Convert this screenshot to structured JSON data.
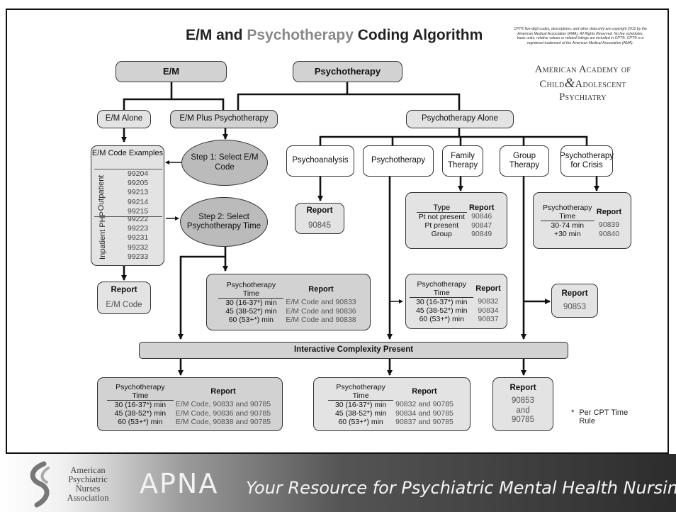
{
  "title": {
    "part1": "E/M and ",
    "part2": "Psychotherapy",
    "part3": " Coding Algorithm"
  },
  "copyright_note": "CPT® five-digit codes, descriptions, and other data only are copyright 2012 by the American Medical Association (AMA). All Rights Reserved. No fee schedules, basic units, relative values or related listings are included in CPT®. CPT® is a registered trademark of the American Medical Association (AMA).",
  "aacap_logo": {
    "line1": "American Academy of",
    "line2a": "Child",
    "amp": "&",
    "line2b": "Adolescent",
    "line3": "Psychiatry"
  },
  "boxes": {
    "em": "E/M",
    "psychotherapy": "Psychotherapy",
    "em_alone": "E/M Alone",
    "em_plus": "E/M Plus Psychotherapy",
    "psy_alone": "Psychotherapy Alone",
    "psychoanalysis": "Psychoanalysis",
    "psychotherapy2": "Psychotherapy",
    "family": "Family Therapy",
    "group": "Group Therapy",
    "crisis": "Psychotherapy for Crisis",
    "step1": "Step 1: Select E/M Code",
    "step2": "Step 2: Select Psychotherapy Time",
    "interactive": "Interactive Complexity Present"
  },
  "em_examples": {
    "header": "E/M Code Examples",
    "outpatient_label": "Outpatient",
    "outpatient_codes": [
      "99204",
      "99205",
      "99213",
      "99214",
      "99215"
    ],
    "inpatient_label": "Inpatient PHP",
    "inpatient_codes": [
      "99222",
      "99223",
      "99231",
      "99232",
      "99233"
    ]
  },
  "report_em": {
    "title": "Report",
    "value": "E/M Code"
  },
  "report_psychoanalysis": {
    "title": "Report",
    "value": "90845"
  },
  "family_table": {
    "col1": "Type",
    "col2": "Report",
    "rows": [
      [
        "Pt not present",
        "90846"
      ],
      [
        "Pt present",
        "90847"
      ],
      [
        "Group",
        "90849"
      ]
    ]
  },
  "crisis_table": {
    "col1": "Psychotherapy Time",
    "col2": "Report",
    "rows": [
      [
        "30-74 min",
        "90839"
      ],
      [
        "+30 min",
        "90840"
      ]
    ]
  },
  "em_psy_table": {
    "col1": "Psychotherapy Time",
    "col2": "Report",
    "rows": [
      [
        "30 (16-37*) min",
        "E/M Code and ",
        "90833"
      ],
      [
        "45 (38-52*) min",
        "E/M Code and ",
        "90836"
      ],
      [
        "60 (53+*) min",
        "E/M Code and ",
        "90838"
      ]
    ]
  },
  "psy_table": {
    "col1": "Psychotherapy Time",
    "col2": "Report",
    "rows": [
      [
        "30 (16-37*) min",
        "90832"
      ],
      [
        "45 (38-52*) min",
        "90834"
      ],
      [
        "60 (53+*) min",
        "90837"
      ]
    ]
  },
  "report_group": {
    "title": "Report",
    "value": "90853"
  },
  "ic_em_table": {
    "col1": "Psychotherapy Time",
    "col2": "Report",
    "rows": [
      [
        "30 (16-37*) min",
        "E/M Code, 90833 and 90785"
      ],
      [
        "45 (38-52*) min",
        "E/M Code, 90836 and 90785"
      ],
      [
        "60 (53+*) min",
        "E/M Code, 90838 and 90785"
      ]
    ]
  },
  "ic_psy_table": {
    "col1": "Psychotherapy Time",
    "col2": "Report",
    "rows": [
      [
        "30 (16-37*) min",
        "90832 and 90785"
      ],
      [
        "45 (38-52*) min",
        "90834 and 90785"
      ],
      [
        "60 (53+*) min",
        "90837 and 90785"
      ]
    ]
  },
  "ic_group_report": {
    "title": "Report",
    "line1": "90853",
    "line2": "and",
    "line3": "90785"
  },
  "footnote": {
    "star": "*",
    "text": "Per CPT Time Rule"
  },
  "footer": {
    "org": "American Psychiatric Nurses Association",
    "apna": "APNA",
    "tagline": "Your Resource for Psychiatric Mental Health Nursing"
  }
}
